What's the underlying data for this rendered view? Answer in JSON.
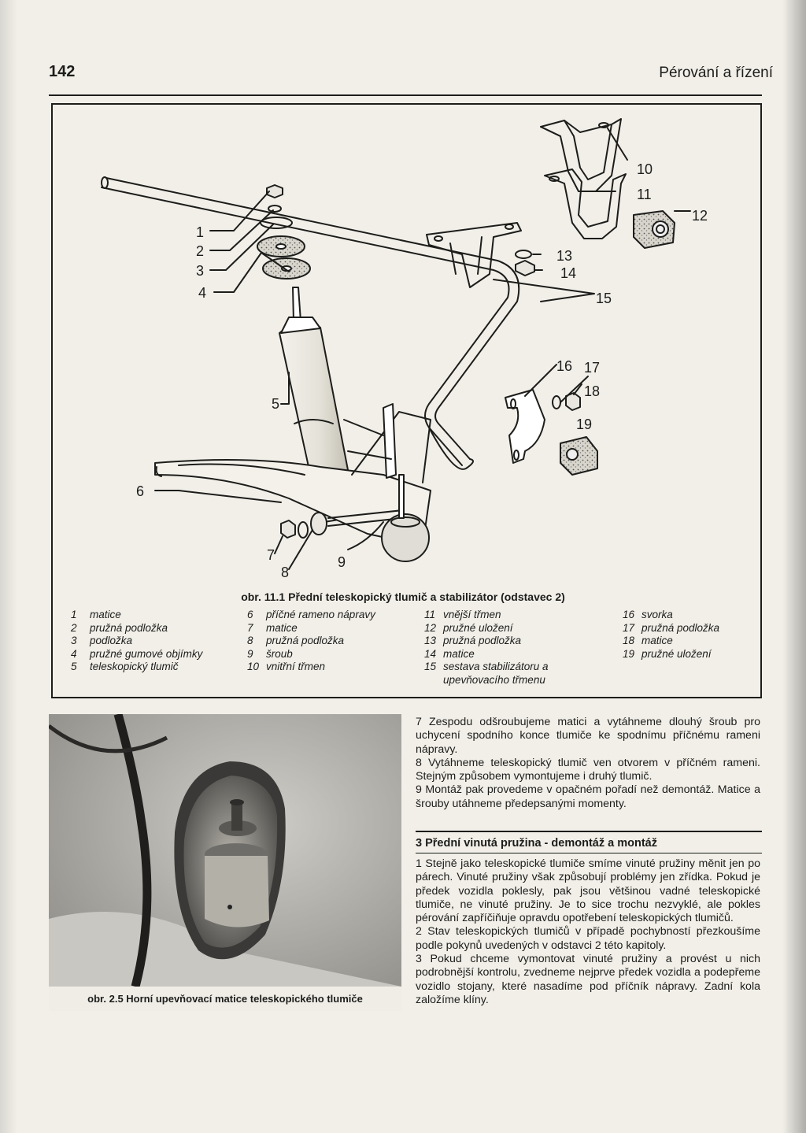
{
  "header": {
    "page_number": "142",
    "running_title": "Pérování a řízení"
  },
  "figure": {
    "caption": "obr. 11.1 Přední teleskopický tlumič a stabilizátor (odstavec 2)",
    "callouts": [
      "1",
      "2",
      "3",
      "4",
      "5",
      "6",
      "7",
      "8",
      "9",
      "10",
      "11",
      "12",
      "13",
      "14",
      "15",
      "16",
      "17",
      "18",
      "19"
    ],
    "legend_columns": [
      [
        {
          "num": "1",
          "text": "matice"
        },
        {
          "num": "2",
          "text": "pružná podložka"
        },
        {
          "num": "3",
          "text": "podložka"
        },
        {
          "num": "4",
          "text": "pružné gumové objímky"
        },
        {
          "num": "5",
          "text": "teleskopický tlumič"
        }
      ],
      [
        {
          "num": "6",
          "text": "příčné rameno nápravy"
        },
        {
          "num": "7",
          "text": "matice"
        },
        {
          "num": "8",
          "text": "pružná podložka"
        },
        {
          "num": "9",
          "text": "šroub"
        },
        {
          "num": "10",
          "text": "vnitřní třmen"
        }
      ],
      [
        {
          "num": "11",
          "text": "vnější třmen"
        },
        {
          "num": "12",
          "text": "pružné uložení"
        },
        {
          "num": "13",
          "text": "pružná podložka"
        },
        {
          "num": "14",
          "text": "matice"
        },
        {
          "num": "15",
          "text": "sestava stabilizátoru a upevňovacího třmenu"
        }
      ],
      [
        {
          "num": "16",
          "text": "svorka"
        },
        {
          "num": "17",
          "text": "pružná podložka"
        },
        {
          "num": "18",
          "text": "matice"
        },
        {
          "num": "19",
          "text": "pružné uložení"
        }
      ]
    ]
  },
  "photo": {
    "caption": "obr. 2.5 Horní upevňovací matice teleskopického tlumiče"
  },
  "body": {
    "paragraphs_top": [
      "7 Zespodu odšroubujeme matici a vytáhneme dlouhý šroub pro uchycení spodního konce tlumiče ke spodnímu příčnému rameni nápravy.",
      "8 Vytáhneme teleskopický tlumič ven otvorem v příčném rameni. Stejným způsobem vymontujeme i druhý tlumič.",
      "9 Montáž pak provedeme v opačném pořadí než demontáž. Matice a šrouby utáhneme předepsanými momenty."
    ],
    "section_heading": "3 Přední vinutá pružina - demontáž a montáž",
    "paragraphs_bottom": [
      "1 Stejně jako teleskopické tlumiče smíme vinuté pružiny měnit jen po párech. Vinuté pružiny však způsobují problémy jen zřídka. Pokud je předek vozidla poklesly, pak jsou většinou vadné teleskopické tlumiče, ne vinuté pružiny. Je to sice trochu nezvyklé, ale pokles pérování zapříčiňuje opravdu opotřebení teleskopických tlumičů.",
      "2 Stav teleskopických tlumičů v případě pochybností přezkoušíme podle pokynů uvedených v odstavci 2 této kapitoly.",
      "3 Pokud chceme vymontovat vinuté pružiny a provést u nich podrobnější kontrolu, zvedneme nejprve předek vozidla a podepřeme vozidlo stojany, které nasadíme pod příčník nápravy. Zadní kola založíme klíny."
    ]
  }
}
